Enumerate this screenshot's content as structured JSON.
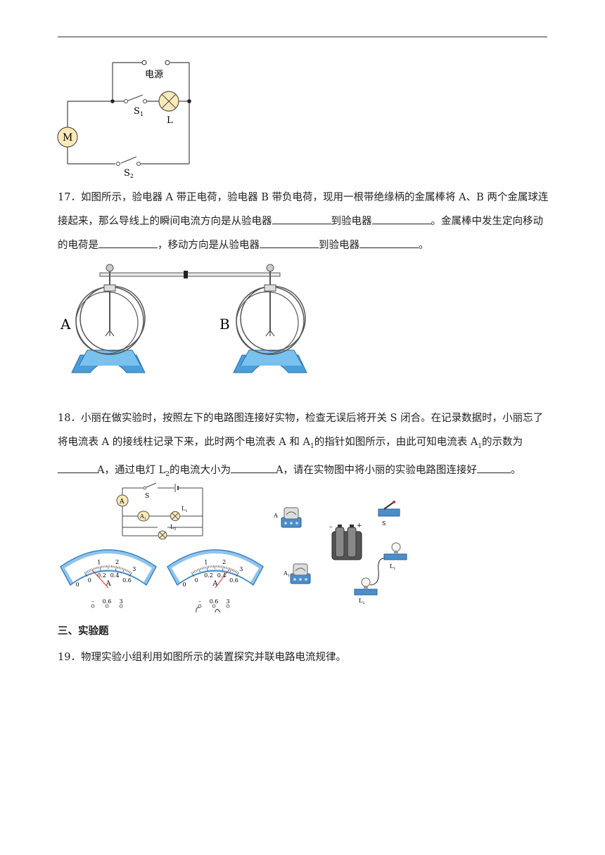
{
  "fig16": {
    "power_label": "电源",
    "s1_label": "S",
    "s1_sub": "1",
    "lamp_label": "L",
    "motor_label": "M",
    "s2_label": "S",
    "s2_sub": "2"
  },
  "q17": {
    "number": "17．",
    "text1": "如图所示，验电器 A 带正电荷，验电器 B 带负电荷，现用一根带绝缘柄的金属棒将 A、B 两个金属球连接起来，那么导线上的瞬间电流方向是从验电器",
    "text2": "到验电器",
    "text3": "。金属棒中发生定向移动的电荷是",
    "text4": "，移动方向是从验电器",
    "text5": "到验电器",
    "text6": "。",
    "label_a": "A",
    "label_b": "B"
  },
  "q18": {
    "number": "18．",
    "text1": "小丽在做实验时，按照左下的电路图连接好实物，检查无误后将开关 S 闭合。在记录数据时，小丽忘了将电流表 A 的接线柱记录下来，此时两个电流表 A 和 A",
    "text1_sub": "1",
    "text2": "的指针如图所示，由此可知电流表 A",
    "text2_sub": "1",
    "text3": "的示数为",
    "text4": "A，通过电灯 L",
    "text4_sub": "2",
    "text5": "的电流大小为",
    "text6": "A，请在实物图中将小丽的实验电路图连接好",
    "text7": "。",
    "circuit": {
      "switch": "S",
      "ammeter": "A",
      "ammeter1": "A",
      "ammeter1_sub": "1",
      "lamp1": "L",
      "lamp1_sub": "1",
      "lamp2": "L",
      "lamp2_sub": "2"
    },
    "meter_ticks_upper": [
      "1",
      "2",
      "3"
    ],
    "meter_ticks_lower": [
      "0",
      "0.2",
      "0.4",
      "0.6"
    ],
    "meter_unit": "A",
    "meter_terminals": [
      "–",
      "0.6",
      "3"
    ],
    "meter_upper_zero": "0",
    "meter1_reading_fraction": 0.16,
    "meter2_reading_fraction": 0.8,
    "parts": {
      "ammeter_a": "A",
      "ammeter_a1": "A",
      "ammeter_a1_sub": "1",
      "switch": "S",
      "battery_minus": "–",
      "battery_plus": "+",
      "lamp1": "L",
      "lamp1_sub": "1",
      "lamp2": "L",
      "lamp2_sub": "2"
    }
  },
  "section3": {
    "heading": "三、实验题"
  },
  "q19": {
    "number": "19．",
    "text": "物理实验小组利用如图所示的装置探究并联电路电流规律。"
  }
}
